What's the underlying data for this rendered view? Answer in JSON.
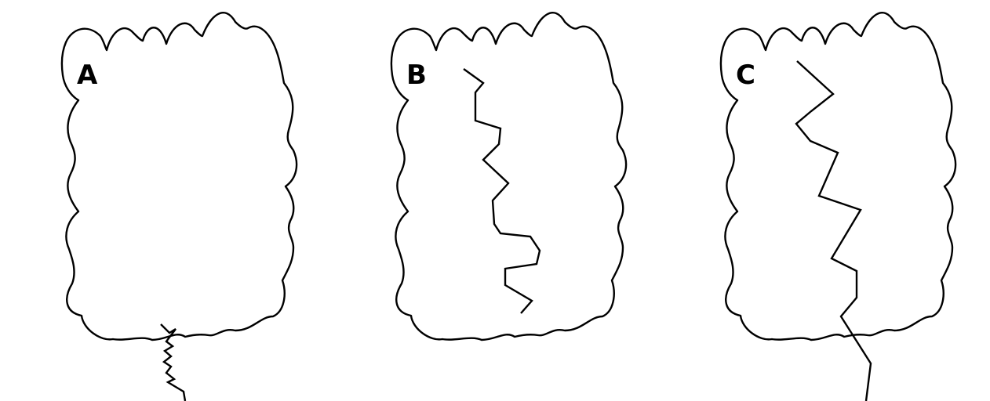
{
  "panels": [
    {
      "id": "A",
      "label": "A",
      "chain": "short-exterior-tail"
    },
    {
      "id": "B",
      "label": "B",
      "chain": "fully-inserted"
    },
    {
      "id": "C",
      "label": "C",
      "chain": "inserted-with-exit-tail"
    }
  ],
  "colors": {
    "stroke": "#000000",
    "background": "#ffffff"
  }
}
